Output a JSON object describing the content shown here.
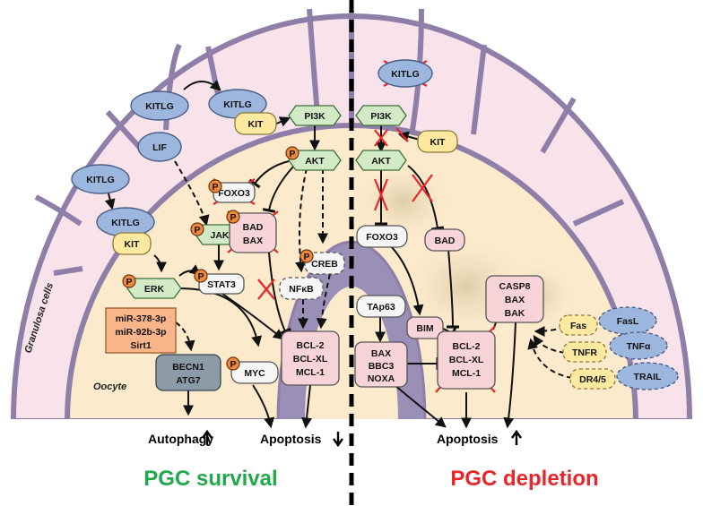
{
  "left_panel": {
    "title": "PGC survival",
    "title_color": "#22A84A",
    "granulosa_label": "Granulosa cells",
    "oocyte_label": "Oocyte",
    "kitlg_1": "KITLG",
    "kitlg_2": "KITLG",
    "kitlg_3": "KITLG",
    "kitlg_4": "KITLG",
    "kit_top": "KIT",
    "kit_left": "KIT",
    "lif": "LIF",
    "pi3k": "PI3K",
    "akt": "AKT",
    "foxo3": "FOXO3",
    "bad": "BAD",
    "bax": "BAX",
    "jak": "JAK",
    "stat3": "STAT3",
    "erk": "ERK",
    "creb": "CREB",
    "nfkb": "NFκB",
    "mirna_1": "miR-378-3p",
    "mirna_2": "miR-92b-3p",
    "mirna_3": "Sirt1",
    "becn1": "BECN1",
    "atg7": "ATG7",
    "myc": "MYC",
    "bcl2": "BCL-2",
    "bclxl": "BCL-XL",
    "mcl1": "MCL-1",
    "out_autophagy": "Autophagy",
    "out_apoptosis": "Apoptosis",
    "phospho": "P"
  },
  "right_panel": {
    "title": "PGC depletion",
    "title_color": "#E8262A",
    "kitlg": "KITLG",
    "pi3k": "PI3K",
    "kit": "KIT",
    "akt": "AKT",
    "foxo3": "FOXO3",
    "bad": "BAD",
    "tap63": "TAp63",
    "bim": "BIM",
    "bax": "BAX",
    "bbc3": "BBC3",
    "noxa": "NOXA",
    "bcl2": "BCL-2",
    "bclxl": "BCL-XL",
    "mcl1": "MCL-1",
    "casp8": "CASP8",
    "casp_bax": "BAX",
    "bak": "BAK",
    "fas": "Fas",
    "fasl": "FasL",
    "tnfr": "TNFR",
    "tnfa": "TNFα",
    "dr45": "DR4/5",
    "trail": "TRAIL",
    "out_apoptosis": "Apoptosis"
  },
  "colors": {
    "granulosa_fill": "#F8E3EA",
    "granulosa_stroke": "#8F7FA8",
    "oocyte_fill": "#FBEACB",
    "nucleus_fill": "#9A8FB6",
    "blue_node": "#9DB6DE",
    "yellow_node": "#FDE9A0",
    "green_node": "#D2EBC6",
    "pink_node": "#F8D3D8",
    "white_node": "#F6F6F6",
    "grey_node": "#8C99A6",
    "orange_node": "#F7B589",
    "phospho_fill": "#F08A3A",
    "cross": "#E8262A"
  }
}
